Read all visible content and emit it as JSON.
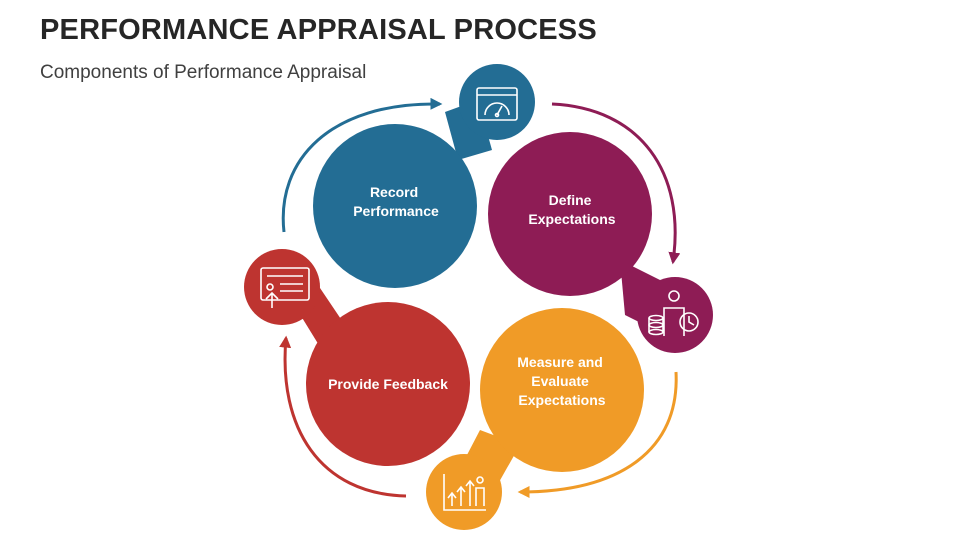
{
  "header": {
    "title": "PERFORMANCE APPRAISAL PROCESS",
    "subtitle": "Components of Performance Appraisal"
  },
  "colors": {
    "record": "#236D94",
    "define": "#8E1C55",
    "measure": "#F09B27",
    "feedback": "#BE3430"
  },
  "steps": [
    {
      "id": "record",
      "lines": [
        "Record",
        "Performance"
      ],
      "icon": "speedometer-browser-icon"
    },
    {
      "id": "define",
      "lines": [
        "Define",
        "Expectations"
      ],
      "icon": "person-coins-clock-icon"
    },
    {
      "id": "measure",
      "lines": [
        "Measure and",
        "Evaluate",
        "Expectations"
      ],
      "icon": "growth-arrows-chart-icon"
    },
    {
      "id": "feedback",
      "lines": [
        "Provide Feedback"
      ],
      "icon": "feedback-screen-icon"
    }
  ]
}
